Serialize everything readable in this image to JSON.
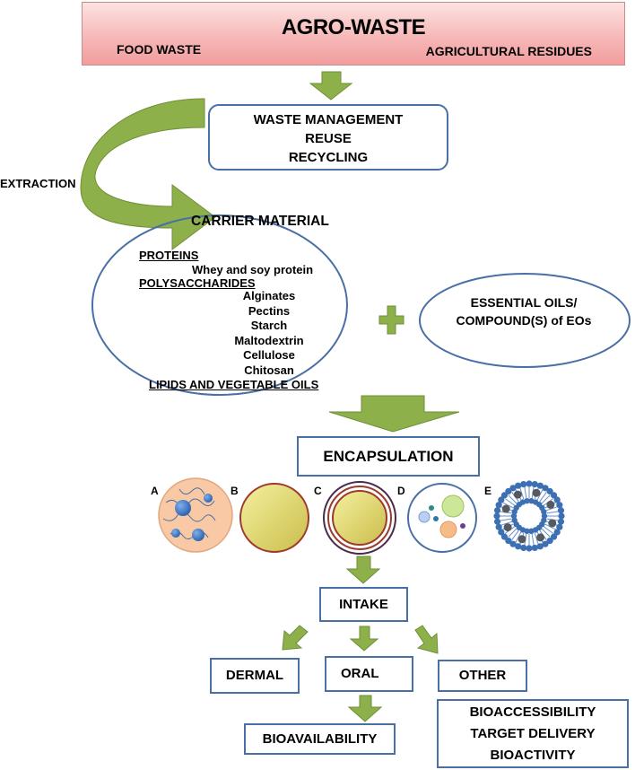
{
  "header": {
    "title": "AGRO-WASTE",
    "left_label": "FOOD WASTE",
    "right_label": "AGRICULTURAL RESIDUES"
  },
  "waste_management": {
    "lines": [
      "WASTE MANAGEMENT",
      "REUSE",
      "RECYCLING"
    ]
  },
  "extraction_label": "EXTRACTION",
  "carrier": {
    "title": "CARRIER MATERIAL",
    "proteins_heading": "PROTEINS",
    "proteins_items": [
      "Whey and soy protein"
    ],
    "polysaccharides_heading": "POLYSACCHARIDES",
    "polysaccharides_items": [
      "Alginates",
      "Pectins",
      "Starch",
      "Maltodextrin",
      "Cellulose",
      "Chitosan"
    ],
    "lipids_heading": "LIPIDS AND VEGETABLE OILS"
  },
  "essential_oils": {
    "lines": [
      "ESSENTIAL OILS/",
      "COMPOUND(S) of EOs"
    ]
  },
  "encapsulation": {
    "label": "ENCAPSULATION",
    "panels": [
      "A",
      "B",
      "C",
      "D",
      "E"
    ]
  },
  "intake": {
    "label": "INTAKE"
  },
  "routes": {
    "dermal": "DERMAL",
    "oral": "ORAL",
    "other": "OTHER"
  },
  "bioavailability": "BIOAVAILABILITY",
  "outcomes": [
    "BIOACCESSIBILITY",
    "TARGET DELIVERY",
    "BIOACTIVITY"
  ],
  "colors": {
    "arrow_green": "#8db04a",
    "arrow_dark_green": "#6f8f37",
    "box_border": "#4a6fa5",
    "banner_pink": "#f5a9a9"
  }
}
